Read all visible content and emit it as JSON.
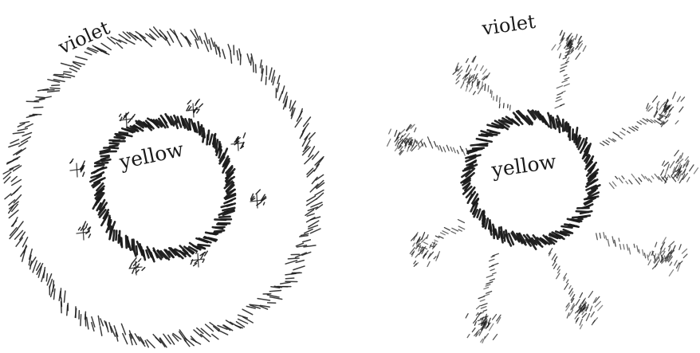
{
  "left_figure": {
    "outer_label": "violet",
    "inner_label": "yellow"
  },
  "right_figure": {
    "outer_label": "violet",
    "inner_label": "yellow"
  },
  "colors": {
    "ink": "#1a1a1a",
    "background": "#ffffff"
  }
}
